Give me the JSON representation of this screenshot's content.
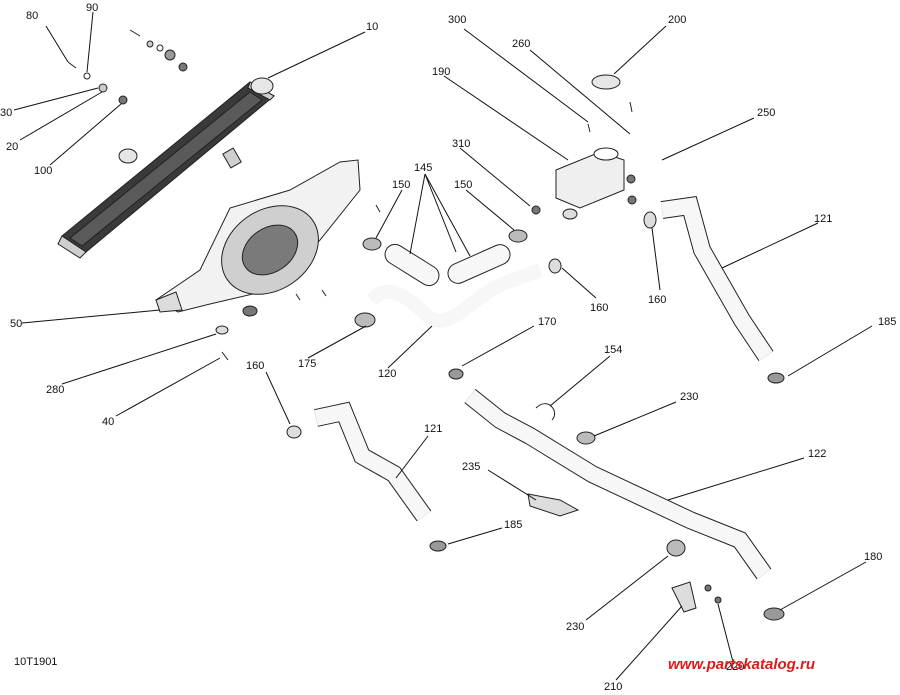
{
  "diagram": {
    "code": "10T1901",
    "watermark": "www.partskatalog.ru",
    "callouts": [
      "80",
      "90",
      "30",
      "20",
      "100",
      "10",
      "50",
      "280",
      "40",
      "300",
      "200",
      "260",
      "190",
      "250",
      "310",
      "145",
      "150",
      "150",
      "121",
      "160",
      "160",
      "175",
      "120",
      "170",
      "154",
      "230",
      "185",
      "160",
      "121",
      "235",
      "122",
      "185",
      "180",
      "230",
      "210",
      "220"
    ]
  },
  "colors": {
    "ink": "#111111",
    "watermark": "#e01818"
  }
}
